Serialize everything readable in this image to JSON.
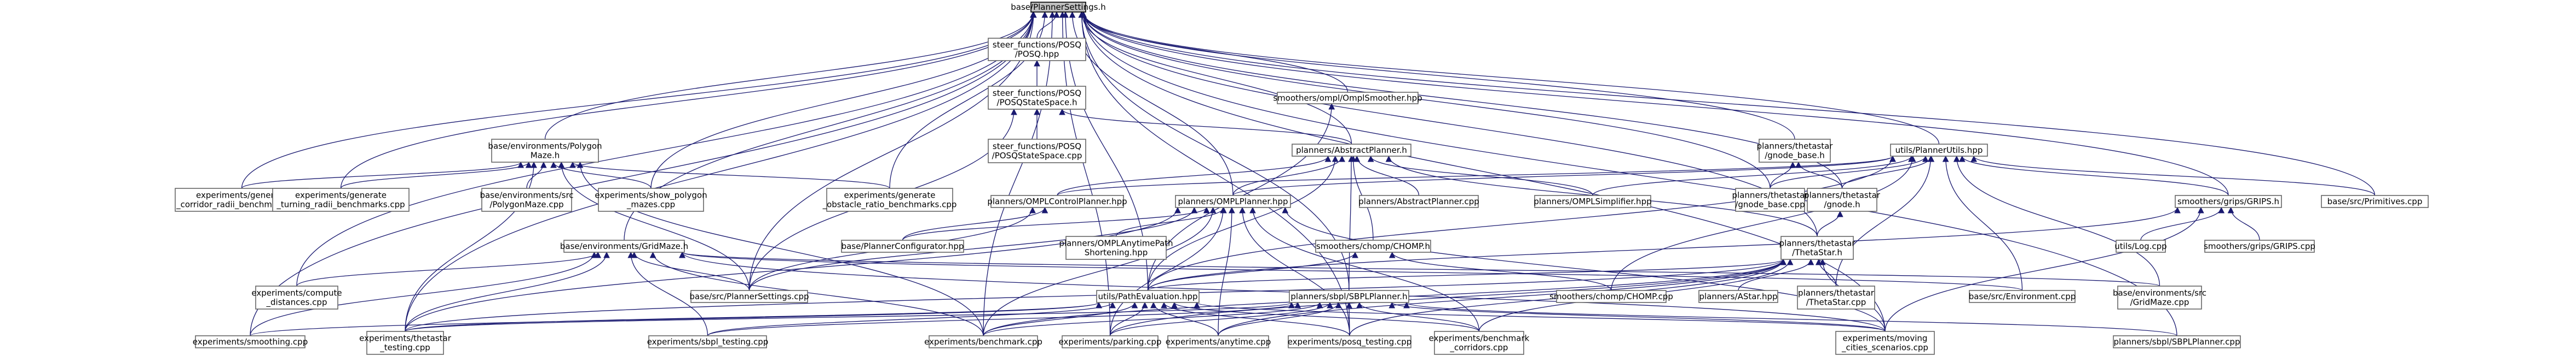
{
  "graph": {
    "edge_color": "#191970",
    "node_border": "#666666",
    "root_fill": "#bfbfbf",
    "nodes": [
      {
        "id": "root",
        "label": [
          "base/PlannerSettings.h"
        ]
      },
      {
        "id": "steer_hpp",
        "label": [
          "steer_functions/POSQ",
          "/POSQ.hpp"
        ]
      },
      {
        "id": "steer_state_h",
        "label": [
          "steer_functions/POSQ",
          "/POSQStateSpace.h"
        ]
      },
      {
        "id": "steer_state_cpp",
        "label": [
          "steer_functions/POSQ",
          "/POSQStateSpace.cpp"
        ]
      },
      {
        "id": "ompl_smoother",
        "label": [
          "smoothers/ompl/OmplSmoother.hpp"
        ]
      },
      {
        "id": "abstract_h",
        "label": [
          "planners/AbstractPlanner.h"
        ]
      },
      {
        "id": "abstract_cpp",
        "label": [
          "planners/AbstractPlanner.cpp"
        ]
      },
      {
        "id": "polygon_maze_h",
        "label": [
          "base/environments/Polygon",
          "Maze.h"
        ]
      },
      {
        "id": "corridor_bench",
        "label": [
          "experiments/generate",
          "_corridor_radii_benchmarks.cpp"
        ]
      },
      {
        "id": "turning_bench",
        "label": [
          "experiments/generate",
          "_turning_radii_benchmarks.cpp"
        ]
      },
      {
        "id": "polygon_maze_cpp",
        "label": [
          "base/environments/src",
          "/PolygonMaze.cpp"
        ]
      },
      {
        "id": "show_polygon",
        "label": [
          "experiments/show_polygon",
          "_mazes.cpp"
        ]
      },
      {
        "id": "obstacle_bench",
        "label": [
          "experiments/generate",
          "_obstacle_ratio_benchmarks.cpp"
        ]
      },
      {
        "id": "gnode_base_h",
        "label": [
          "planners/thetastar",
          "/gnode_base.h"
        ]
      },
      {
        "id": "gnode_base_cpp",
        "label": [
          "planners/thetastar",
          "/gnode_base.cpp"
        ]
      },
      {
        "id": "gnode_h",
        "label": [
          "planners/thetastar",
          "/gnode.h"
        ]
      },
      {
        "id": "planner_utils",
        "label": [
          "utils/PlannerUtils.hpp"
        ]
      },
      {
        "id": "ompl_simplifier",
        "label": [
          "planners/OMPLSimplifier.hpp"
        ]
      },
      {
        "id": "primitives",
        "label": [
          "base/src/Primitives.cpp"
        ]
      },
      {
        "id": "grips_h",
        "label": [
          "smoothers/grips/GRIPS.h"
        ]
      },
      {
        "id": "log_cpp",
        "label": [
          "utils/Log.cpp"
        ]
      },
      {
        "id": "grips_cpp",
        "label": [
          "smoothers/grips/GRIPS.cpp"
        ]
      },
      {
        "id": "ompl_control",
        "label": [
          "planners/OMPLControlPlanner.hpp"
        ]
      },
      {
        "id": "ompl_planner",
        "label": [
          "planners/OMPLPlanner.hpp"
        ]
      },
      {
        "id": "configurator",
        "label": [
          "base/PlannerConfigurator.hpp"
        ]
      },
      {
        "id": "anytime_short",
        "label": [
          "planners/OMPLAnytimePath",
          "Shortening.hpp"
        ]
      },
      {
        "id": "chomp_h",
        "label": [
          "smoothers/chomp/CHOMP.h"
        ]
      },
      {
        "id": "thetastar_h",
        "label": [
          "planners/thetastar",
          "/ThetaStar.h"
        ]
      },
      {
        "id": "gridmaze_h",
        "label": [
          "base/environments/GridMaze.h"
        ]
      },
      {
        "id": "compute_dist",
        "label": [
          "experiments/compute",
          "_distances.cpp"
        ]
      },
      {
        "id": "planner_settings_cpp",
        "label": [
          "base/src/PlannerSettings.cpp"
        ]
      },
      {
        "id": "path_eval",
        "label": [
          "utils/PathEvaluation.hpp"
        ]
      },
      {
        "id": "sbpl_planner_h",
        "label": [
          "planners/sbpl/SBPLPlanner.h"
        ]
      },
      {
        "id": "chomp_cpp",
        "label": [
          "smoothers/chomp/CHOMP.cpp"
        ]
      },
      {
        "id": "astar",
        "label": [
          "planners/AStar.hpp"
        ]
      },
      {
        "id": "thetastar_cpp",
        "label": [
          "planners/thetastar",
          "/ThetaStar.cpp"
        ]
      },
      {
        "id": "environment_cpp",
        "label": [
          "base/src/Environment.cpp"
        ]
      },
      {
        "id": "gridmaze_cpp",
        "label": [
          "base/environments/src",
          "/GridMaze.cpp"
        ]
      },
      {
        "id": "smoothing",
        "label": [
          "experiments/smoothing.cpp"
        ]
      },
      {
        "id": "thetastar_testing",
        "label": [
          "experiments/thetastar",
          "_testing.cpp"
        ]
      },
      {
        "id": "sbpl_testing",
        "label": [
          "experiments/sbpl_testing.cpp"
        ]
      },
      {
        "id": "benchmark",
        "label": [
          "experiments/benchmark.cpp"
        ]
      },
      {
        "id": "parking",
        "label": [
          "experiments/parking.cpp"
        ]
      },
      {
        "id": "anytime",
        "label": [
          "experiments/anytime.cpp"
        ]
      },
      {
        "id": "posq_testing",
        "label": [
          "experiments/posq_testing.cpp"
        ]
      },
      {
        "id": "benchmark_corridors",
        "label": [
          "experiments/benchmark",
          "_corridors.cpp"
        ]
      },
      {
        "id": "moving_cities",
        "label": [
          "experiments/moving",
          "_cities_scenarios.cpp"
        ]
      },
      {
        "id": "sbpl_planner_cpp",
        "label": [
          "planners/sbpl/SBPLPlanner.cpp"
        ]
      }
    ],
    "edges": [
      [
        "root",
        "steer_hpp"
      ],
      [
        "root",
        "ompl_smoother"
      ],
      [
        "root",
        "abstract_h"
      ],
      [
        "root",
        "polygon_maze_h"
      ],
      [
        "root",
        "corridor_bench"
      ],
      [
        "root",
        "turning_bench"
      ],
      [
        "root",
        "show_polygon"
      ],
      [
        "root",
        "obstacle_bench"
      ],
      [
        "root",
        "gnode_base_h"
      ],
      [
        "root",
        "gnode_base_cpp"
      ],
      [
        "root",
        "gnode_h"
      ],
      [
        "root",
        "planner_utils"
      ],
      [
        "root",
        "primitives"
      ],
      [
        "root",
        "grips_h"
      ],
      [
        "root",
        "ompl_planner"
      ],
      [
        "root",
        "gridmaze_h"
      ],
      [
        "root",
        "compute_dist"
      ],
      [
        "root",
        "planner_settings_cpp"
      ],
      [
        "root",
        "path_eval"
      ],
      [
        "root",
        "sbpl_planner_h"
      ],
      [
        "root",
        "smoothing"
      ],
      [
        "root",
        "thetastar_testing"
      ],
      [
        "root",
        "benchmark"
      ],
      [
        "root",
        "parking"
      ],
      [
        "root",
        "posq_testing"
      ],
      [
        "root",
        "moving_cities"
      ],
      [
        "root",
        "sbpl_planner_cpp"
      ],
      [
        "root",
        "thetastar_h"
      ],
      [
        "steer_hpp",
        "steer_state_h"
      ],
      [
        "steer_state_h",
        "steer_state_cpp"
      ],
      [
        "steer_state_h",
        "abstract_h"
      ],
      [
        "steer_state_h",
        "planner_settings_cpp"
      ],
      [
        "ompl_smoother",
        "path_eval"
      ],
      [
        "abstract_h",
        "abstract_cpp"
      ],
      [
        "abstract_h",
        "ompl_control"
      ],
      [
        "abstract_h",
        "ompl_planner"
      ],
      [
        "abstract_h",
        "chomp_h"
      ],
      [
        "abstract_h",
        "thetastar_h"
      ],
      [
        "abstract_h",
        "sbpl_planner_h"
      ],
      [
        "abstract_h",
        "ompl_simplifier"
      ],
      [
        "abstract_h",
        "path_eval"
      ],
      [
        "polygon_maze_h",
        "corridor_bench"
      ],
      [
        "polygon_maze_h",
        "turning_bench"
      ],
      [
        "polygon_maze_h",
        "polygon_maze_cpp"
      ],
      [
        "polygon_maze_h",
        "show_polygon"
      ],
      [
        "polygon_maze_h",
        "obstacle_bench"
      ],
      [
        "polygon_maze_h",
        "planner_settings_cpp"
      ],
      [
        "polygon_maze_h",
        "thetastar_testing"
      ],
      [
        "polygon_maze_h",
        "benchmark"
      ],
      [
        "gnode_base_h",
        "gnode_base_cpp"
      ],
      [
        "gnode_base_h",
        "gnode_h"
      ],
      [
        "gnode_h",
        "thetastar_h"
      ],
      [
        "planner_utils",
        "ompl_control"
      ],
      [
        "planner_utils",
        "ompl_planner"
      ],
      [
        "planner_utils",
        "ompl_simplifier"
      ],
      [
        "planner_utils",
        "gnode_base_cpp"
      ],
      [
        "planner_utils",
        "gnode_h"
      ],
      [
        "planner_utils",
        "grips_h"
      ],
      [
        "planner_utils",
        "primitives"
      ],
      [
        "planner_utils",
        "thetastar_cpp"
      ],
      [
        "planner_utils",
        "environment_cpp"
      ],
      [
        "planner_utils",
        "gridmaze_cpp"
      ],
      [
        "planner_utils",
        "chomp_cpp"
      ],
      [
        "planner_utils",
        "path_eval"
      ],
      [
        "grips_h",
        "log_cpp"
      ],
      [
        "grips_h",
        "grips_cpp"
      ],
      [
        "grips_h",
        "path_eval"
      ],
      [
        "grips_h",
        "moving_cities"
      ],
      [
        "ompl_control",
        "planner_settings_cpp"
      ],
      [
        "ompl_control",
        "configurator"
      ],
      [
        "ompl_planner",
        "configurator"
      ],
      [
        "ompl_planner",
        "anytime_short"
      ],
      [
        "ompl_planner",
        "planner_settings_cpp"
      ],
      [
        "ompl_planner",
        "benchmark"
      ],
      [
        "ompl_planner",
        "parking"
      ],
      [
        "ompl_planner",
        "anytime"
      ],
      [
        "ompl_planner",
        "posq_testing"
      ],
      [
        "ompl_planner",
        "benchmark_corridors"
      ],
      [
        "ompl_planner",
        "moving_cities"
      ],
      [
        "ompl_planner",
        "thetastar_testing"
      ],
      [
        "chomp_h",
        "chomp_cpp"
      ],
      [
        "chomp_h",
        "path_eval"
      ],
      [
        "thetastar_h",
        "thetastar_cpp"
      ],
      [
        "thetastar_h",
        "astar"
      ],
      [
        "thetastar_h",
        "path_eval"
      ],
      [
        "thetastar_h",
        "benchmark"
      ],
      [
        "thetastar_h",
        "parking"
      ],
      [
        "thetastar_h",
        "anytime"
      ],
      [
        "thetastar_h",
        "posq_testing"
      ],
      [
        "thetastar_h",
        "benchmark_corridors"
      ],
      [
        "thetastar_h",
        "moving_cities"
      ],
      [
        "thetastar_h",
        "thetastar_testing"
      ],
      [
        "gridmaze_h",
        "compute_dist"
      ],
      [
        "gridmaze_h",
        "planner_settings_cpp"
      ],
      [
        "gridmaze_h",
        "gridmaze_cpp"
      ],
      [
        "gridmaze_h",
        "smoothing"
      ],
      [
        "gridmaze_h",
        "thetastar_testing"
      ],
      [
        "gridmaze_h",
        "sbpl_testing"
      ],
      [
        "gridmaze_h",
        "benchmark"
      ],
      [
        "gridmaze_h",
        "environment_cpp"
      ],
      [
        "gridmaze_h",
        "moving_cities"
      ],
      [
        "path_eval",
        "smoothing"
      ],
      [
        "path_eval",
        "thetastar_testing"
      ],
      [
        "path_eval",
        "sbpl_testing"
      ],
      [
        "path_eval",
        "benchmark"
      ],
      [
        "path_eval",
        "parking"
      ],
      [
        "path_eval",
        "anytime"
      ],
      [
        "path_eval",
        "posq_testing"
      ],
      [
        "path_eval",
        "benchmark_corridors"
      ],
      [
        "path_eval",
        "moving_cities"
      ],
      [
        "sbpl_planner_h",
        "sbpl_testing"
      ],
      [
        "sbpl_planner_h",
        "benchmark"
      ],
      [
        "sbpl_planner_h",
        "parking"
      ],
      [
        "sbpl_planner_h",
        "anytime"
      ],
      [
        "sbpl_planner_h",
        "posq_testing"
      ],
      [
        "sbpl_planner_h",
        "benchmark_corridors"
      ],
      [
        "sbpl_planner_h",
        "moving_cities"
      ],
      [
        "sbpl_planner_h",
        "sbpl_planner_cpp"
      ],
      [
        "sbpl_planner_h",
        "thetastar_testing"
      ]
    ]
  }
}
